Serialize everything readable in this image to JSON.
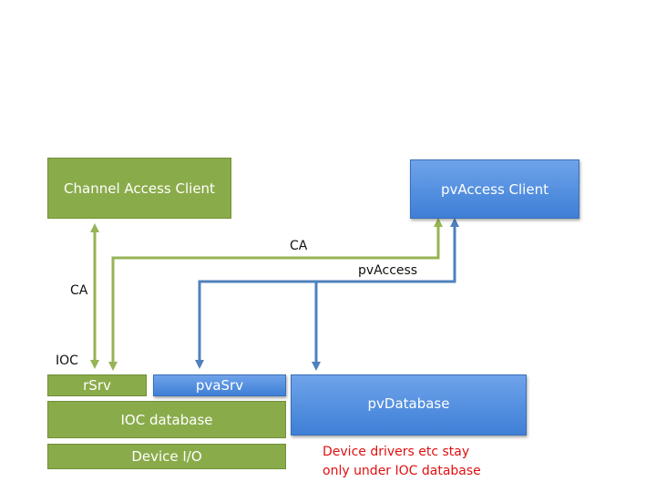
{
  "colors": {
    "ca_green": "#96b456",
    "pva_blue": "#4f81bd",
    "note_red": "#e01010"
  },
  "boxes": {
    "channel_access_client": "Channel Access Client",
    "pvaccess_client": "pvAccess Client",
    "rsrv": "rSrv",
    "pvasrv": "pvaSrv",
    "ioc_database": "IOC database",
    "device_io": "Device I/O",
    "pvdatabase": "pvDatabase"
  },
  "labels": {
    "ca_vertical": "CA",
    "ca_horizontal": "CA",
    "pvaccess": "pvAccess",
    "ioc": "IOC"
  },
  "note": {
    "line1": "Device drivers etc stay",
    "line2": "only under IOC database"
  }
}
